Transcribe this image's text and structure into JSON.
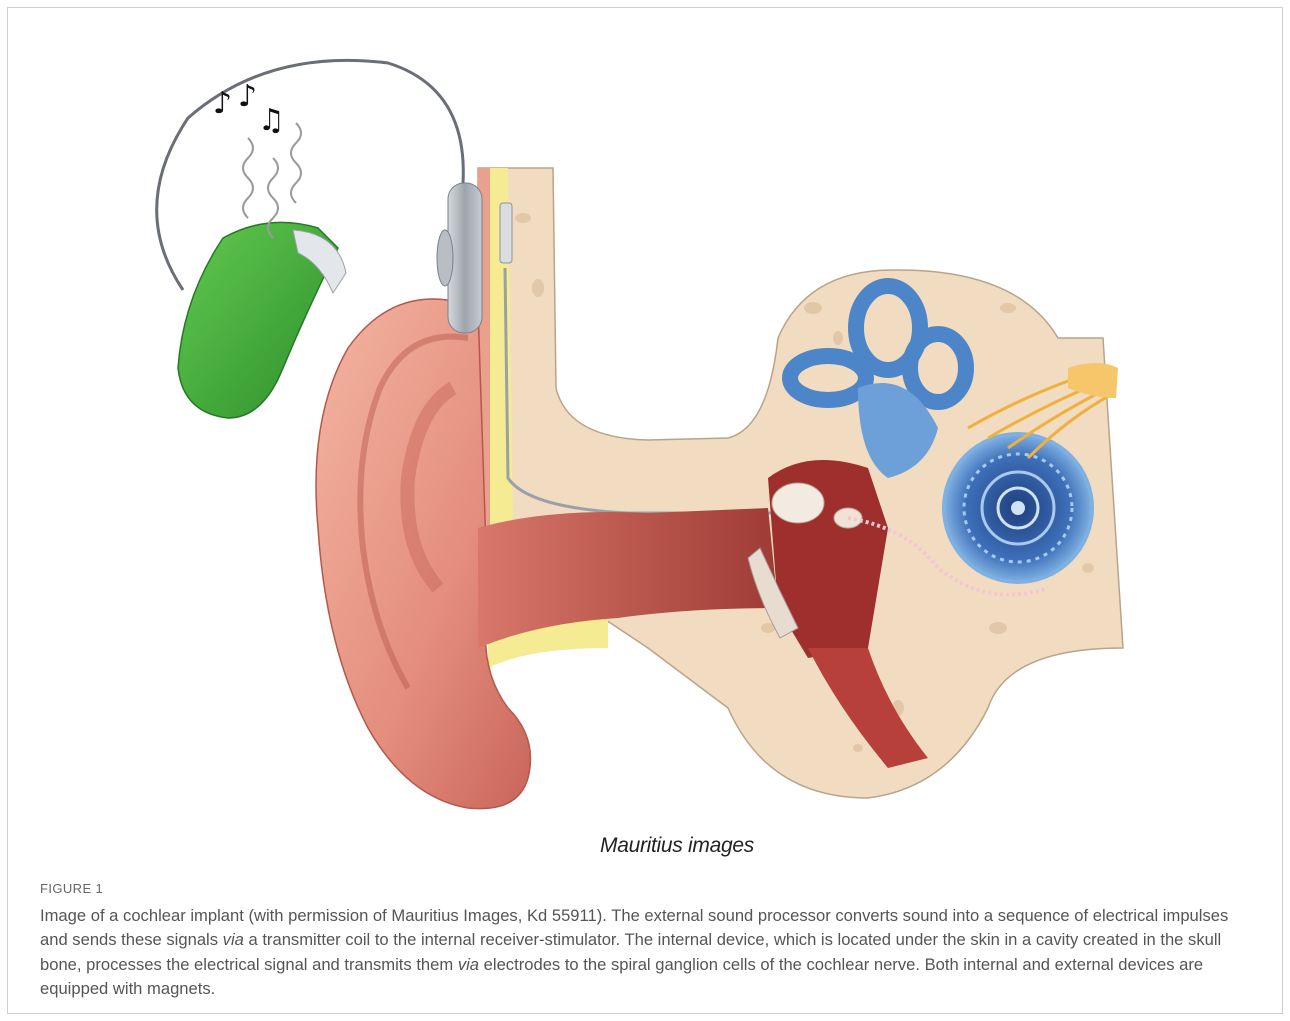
{
  "figure": {
    "credit": "Mauritius images",
    "label": "FIGURE 1",
    "caption": {
      "p1": "Image of a cochlear implant (with permission of Mauritius Images, Kd 55911). The external sound processor converts sound into a sequence of electrical impulses and sends these signals ",
      "via1": "via",
      "p2": " a transmitter coil to the internal receiver-stimulator. The internal device, which is located under the skin in a cavity created in the skull bone, processes the electrical signal and transmits them ",
      "via2": "via",
      "p3": " electrodes to the spiral ganglion cells of the cochlear nerve. Both internal and external devices are equipped with magnets."
    }
  },
  "colors": {
    "skin": "#e48d7c",
    "canal": "#b5463e",
    "bone": "#f1dcc1",
    "fat": "#f4eb93",
    "processor": "#3fae3a",
    "cochlea": "#4c86c8",
    "nerve": "#f0b03e"
  }
}
